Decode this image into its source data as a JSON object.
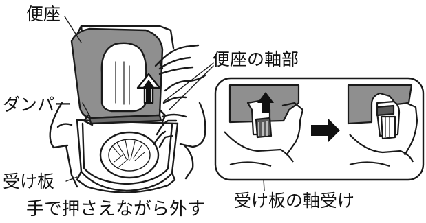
{
  "labels": {
    "toilet_seat": "便座",
    "seat_hinge": "便座の軸部",
    "damper": "ダンパー",
    "receiving_plate": "受け板",
    "plate_bearing": "受け板の軸受け",
    "instruction": "手で押さえながら外す"
  },
  "colors": {
    "seat_fill": "#8f8f8f",
    "seat_dark": "#6e6e6e",
    "line": "#1a1a1a",
    "arrow": "#111111",
    "background": "#ffffff"
  },
  "icons": {
    "lift_arrow": "up-arrow-icon",
    "step_arrow": "right-arrow-icon"
  }
}
